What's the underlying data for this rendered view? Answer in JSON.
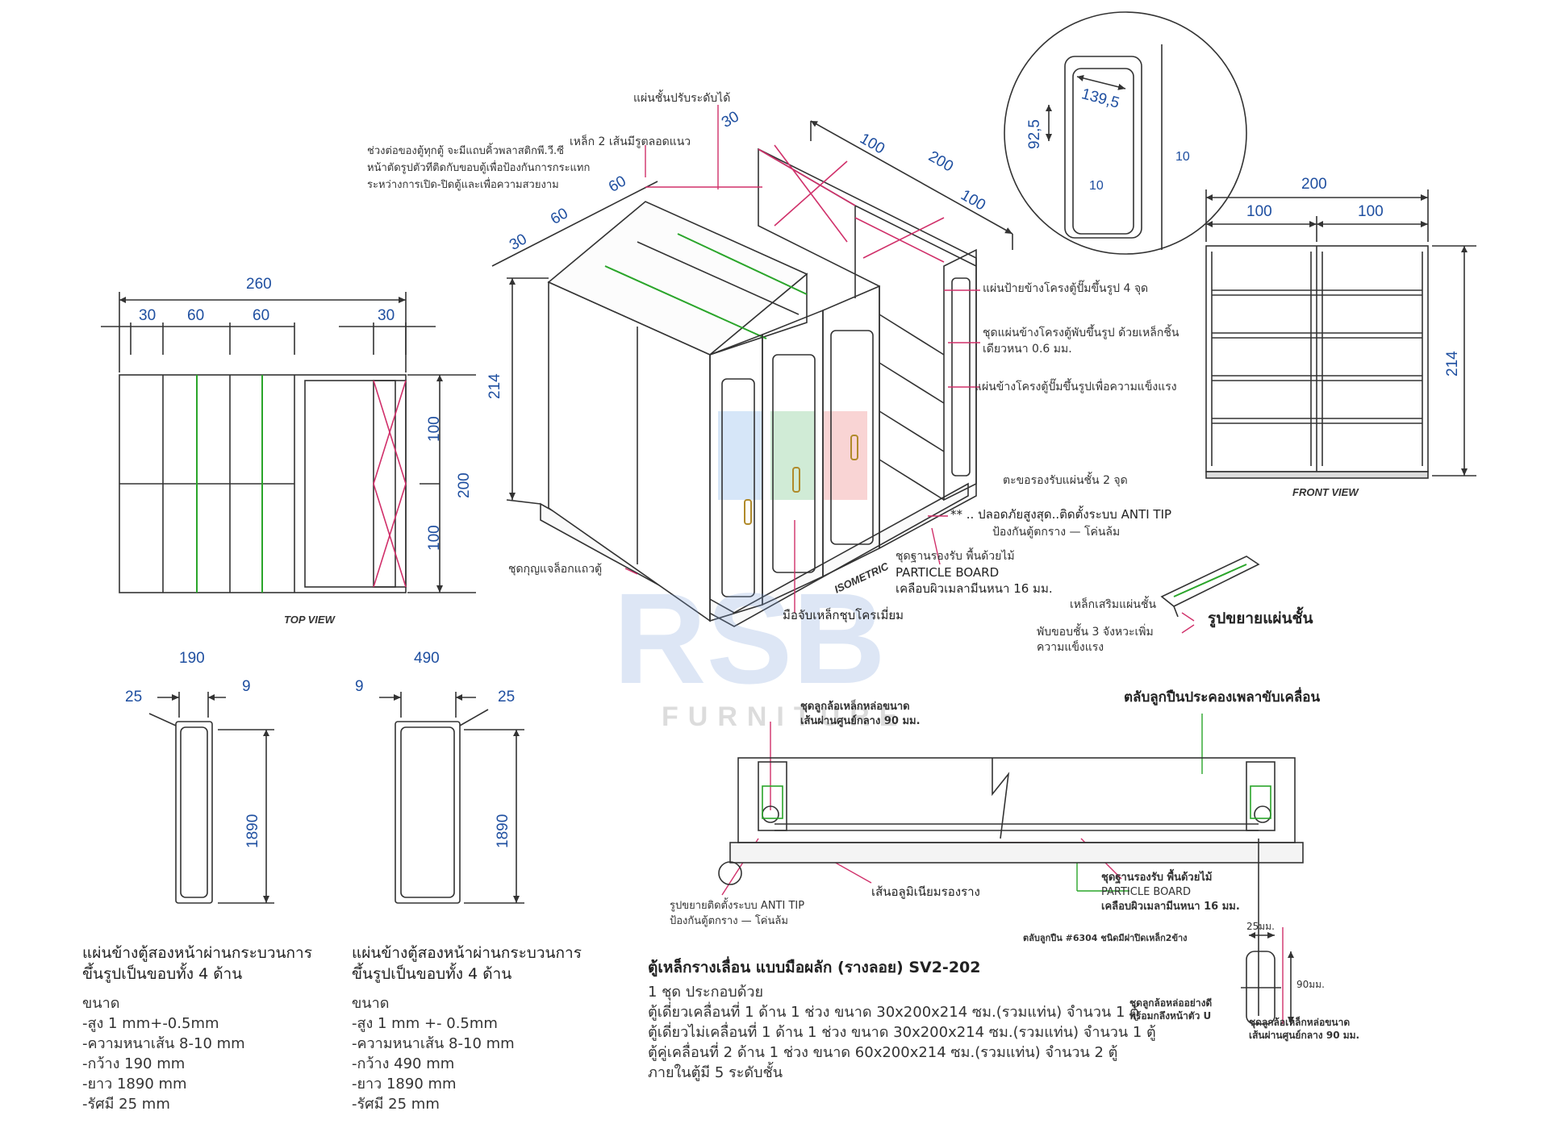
{
  "top_view": {
    "caption": "TOP VIEW",
    "dim_total": "260",
    "dim_a": "30",
    "dim_b": "60",
    "dim_c": "60",
    "dim_d": "30",
    "dim_depth": "200",
    "dim_half1": "100",
    "dim_half2": "100"
  },
  "isometric": {
    "caption": "ISOMETRIC",
    "dim_height": "214",
    "dim_30": "30",
    "dim_60a": "60",
    "dim_60b": "60",
    "dim_30b": "30",
    "dim_100a": "100",
    "dim_200": "200",
    "dim_100b": "100",
    "label_adjustable_shelf": "แผ่นชั้นปรับระดับได้",
    "label_steel_bars": "เหล็ก 2 เส้นมีรูตลอดแนว",
    "label_joint_line1": "ช่วงต่อของตู้ทุกตู้ จะมีแถบคิ้วพลาสติกพี.วี.ซี",
    "label_joint_line2": "หน้าตัดรูปตัวทีติดกับขอบตู้เพื่อป้องกันการกระแทก",
    "label_joint_line3": "ระหว่างการเปิด-ปิดตู้และเพื่อความสวยงาม",
    "label_side_label_plate": "แผ่นป้ายข้างโครงตู้ปั๊มขึ้นรูป 4 จุด",
    "label_side_panel_1": "ชุดแผ่นข้างโครงตู้พับขึ้นรูป ด้วยเหล็กชิ้น",
    "label_side_panel_2": "เดียวหนา 0.6 มม.",
    "label_side_strength": "แผ่นข้างโครงตู้ปั๊มขึ้นรูปเพื่อความแข็งแรง",
    "label_shelf_hook": "ตะขอรองรับแผ่นชั้น 2 จุด",
    "label_antitip_1": "** .. ปลอดภัยสูงสุด..ติดตั้งระบบ  ANTI  TIP",
    "label_antitip_2": "ป้องกันตู้ตกราง  —  โค่นล้ม",
    "label_base_1": "ชุดฐานรองรับ  พื้นด้วยไม้",
    "label_base_2": "PARTICLE BOARD",
    "label_base_3": "เคลือบผิวเมลามีนหนา  16  มม.",
    "label_lock": "ชุดกุญแจล็อกแถวตู้",
    "label_handle": "มือจับเหล็กชุบโครเมี่ยม"
  },
  "detail_circle": {
    "dim_139": "139,5",
    "dim_92": "92,5",
    "dim_10a": "10",
    "dim_10b": "10"
  },
  "front_view": {
    "caption": "FRONT VIEW",
    "dim_total": "200",
    "dim_left": "100",
    "dim_right": "100",
    "dim_height": "214"
  },
  "shelf_detail": {
    "title": "รูปขยายแผ่นชั้น",
    "label_reinforce": "เหล็กเสริมแผ่นชั้น",
    "label_fold_1": "พับขอบชั้น  3  จังหวะเพิ่ม",
    "label_fold_2": "ความแข็งแรง"
  },
  "panel_left": {
    "dim_width": "190",
    "dim_radius": "25",
    "dim_edge": "9",
    "dim_height": "1890",
    "title_1": "แผ่นข้างตู้สองหน้าผ่านกระบวนการ",
    "title_2": "ขึ้นรูปเป็นขอบทั้ง 4 ด้าน",
    "spec_head": "ขนาด",
    "spec_1": "-สูง 1 mm+-0.5mm",
    "spec_2": "-ความหนาเส้น 8-10 mm",
    "spec_3": "-กว้าง 190 mm",
    "spec_4": "-ยาว 1890 mm",
    "spec_5": "-รัศมี 25 mm"
  },
  "panel_right": {
    "dim_width": "490",
    "dim_radius": "25",
    "dim_edge": "9",
    "dim_height": "1890",
    "title_1": "แผ่นข้างตู้สองหน้าผ่านกระบวนการ",
    "title_2": "ขึ้นรูปเป็นขอบทั้ง 4 ด้าน",
    "spec_head": "ขนาด",
    "spec_1": "-สูง 1 mm +- 0.5mm",
    "spec_2": "-ความหนาเส้น 8-10 mm",
    "spec_3": "-กว้าง 490 mm",
    "spec_4": "-ยาว 1890 mm",
    "spec_5": "-รัศมี 25 mm"
  },
  "rail_section": {
    "label_wheel_1": "ชุดลูกล้อเหล็กหล่อขนาด",
    "label_wheel_2": "เส้นผ่านศูนย์กลาง 90 มม.",
    "label_bearing": "ตลับลูกปืนประคองเพลาขับเคลื่อน",
    "label_aluminium": "เส้นอลูมิเนียมรองราง",
    "label_antitip_1": "รูปขยายติดตั้งระบบ  ANTI  TIP",
    "label_antitip_2": "ป้องกันตู้ตกราง  —  โค่นล้ม",
    "label_base_1": "ชุดฐานรองรับ  พื้นด้วยไม้",
    "label_base_2": "PARTICLE BOARD",
    "label_base_3": "เคลือบผิวเมลามีนหนา  16  มม.",
    "label_bearing_no": "ตลับลูกปืน #6304  ชนิดมีฝาปิดเหล็ก2ข้าง",
    "dim_25": "25มม.",
    "dim_90": "90มม.",
    "label_caster_1": "ชุดลูกล้อหล่ออย่างดี",
    "label_caster_2": "พร้อมกลึงหน้าตัว  U",
    "label_wheel2_1": "ชุดลูกล้อเหล็กหล่อขนาด",
    "label_wheel2_2": "เส้นผ่านศูนย์กลาง 90 มม."
  },
  "product": {
    "title": "ตู้เหล็กรางเลื่อน แบบมือผลัก (รางลอย) SV2-202",
    "line_1": "1 ชุด ประกอบด้วย",
    "line_2": "ตู้เดี่ยวเคลื่อนที่ 1 ด้าน 1 ช่วง ขนาด 30x200x214 ซม.(รวมแท่น) จำนวน 1 ตู้",
    "line_3": "ตู้เดี่ยวไม่เคลื่อนที่ 1 ด้าน 1 ช่วง ขนาด 30x200x214 ซม.(รวมแท่น) จำนวน  1 ตู้",
    "line_4": "ตู้คู่เคลื่อนที่ 2 ด้าน 1 ช่วง ขนาด 60x200x214 ซม.(รวมแท่น) จำนวน 2 ตู้",
    "line_5": "ภายในตู้มี 5 ระดับชั้น"
  },
  "watermark": {
    "brand": "RSB",
    "sub": "FURNITURE"
  },
  "colors": {
    "dimension": "#1f4fa0",
    "green_line": "#2aa52a",
    "leader": "#d0306a",
    "line": "#333333"
  }
}
